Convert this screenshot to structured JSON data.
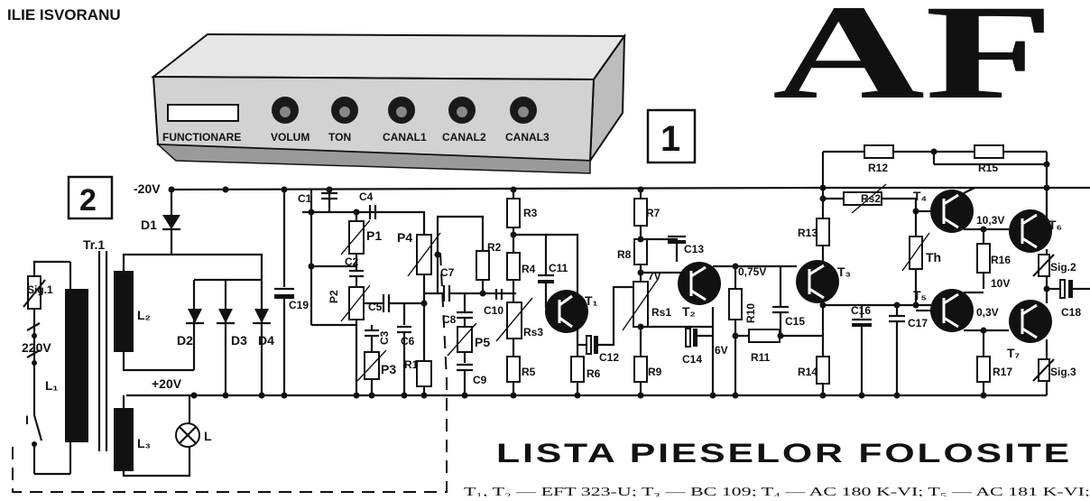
{
  "header": {
    "author": "ILIE ISVORANU",
    "title_letters": "AF"
  },
  "figure_numbers": {
    "fig1": "1",
    "fig2": "2"
  },
  "device": {
    "labels": [
      "FUNCTIONARE",
      "VOLUM",
      "TON",
      "CANAL1",
      "CANAL2",
      "CANAL3"
    ]
  },
  "parts_list": {
    "heading": "LISTA PIESELOR FOLOSITE",
    "first_line": "T₁, T₂ — EFT 323-U; T₃ — BC 109; T₄ — AC 180 K-VI; T₅ — AC 181 K-VI;"
  },
  "schematic": {
    "voltages": {
      "neg": "-20V",
      "pos": "+20V",
      "mains": "220V",
      "v7": "7V",
      "v075": "0,75V",
      "v6": "6V",
      "v103": "10,3V",
      "v10": "10V",
      "v03": "0,3V"
    },
    "transformer": "Tr.1",
    "sig": {
      "s1": "Sig.1",
      "s2": "Sig.2",
      "s3": "Sig.3"
    },
    "labels": {
      "D1": "D1",
      "D2": "D2",
      "D3": "D3",
      "D4": "D4",
      "L1": "L₁",
      "L2": "L₂",
      "L3": "L₃",
      "L": "L",
      "I": "I",
      "C1": "C1",
      "C2": "C2",
      "C3": "C3",
      "C4": "C4",
      "C5": "C5",
      "C6": "C6",
      "C7": "C7",
      "C8": "C8",
      "C9": "C9",
      "C10": "C10",
      "C11": "C11",
      "C12": "C12",
      "C13": "C13",
      "C14": "C14",
      "C15": "C15",
      "C16": "C16",
      "C17": "C17",
      "C18": "C18",
      "C19": "C19",
      "P1": "P1",
      "P2": "P2",
      "P3": "P3",
      "P4": "P4",
      "P5": "P5",
      "R1": "R1",
      "R2": "R2",
      "R3": "R3",
      "R4": "R4",
      "R5": "R5",
      "R6": "R6",
      "R7": "R7",
      "R8": "R8",
      "R9": "R9",
      "R10": "R10",
      "R11": "R11",
      "R12": "R12",
      "R13": "R13",
      "R14": "R14",
      "R15": "R15",
      "R16": "R16",
      "R17": "R17",
      "Rs1": "Rs1",
      "Rs2": "Rs2",
      "Rs3": "Rs3",
      "Th": "Th",
      "T1": "T₁",
      "T2": "T₂",
      "T3": "T₃",
      "T4": "T₄",
      "T5": "T₅",
      "T6": "T₆",
      "T7": "T₇"
    }
  }
}
